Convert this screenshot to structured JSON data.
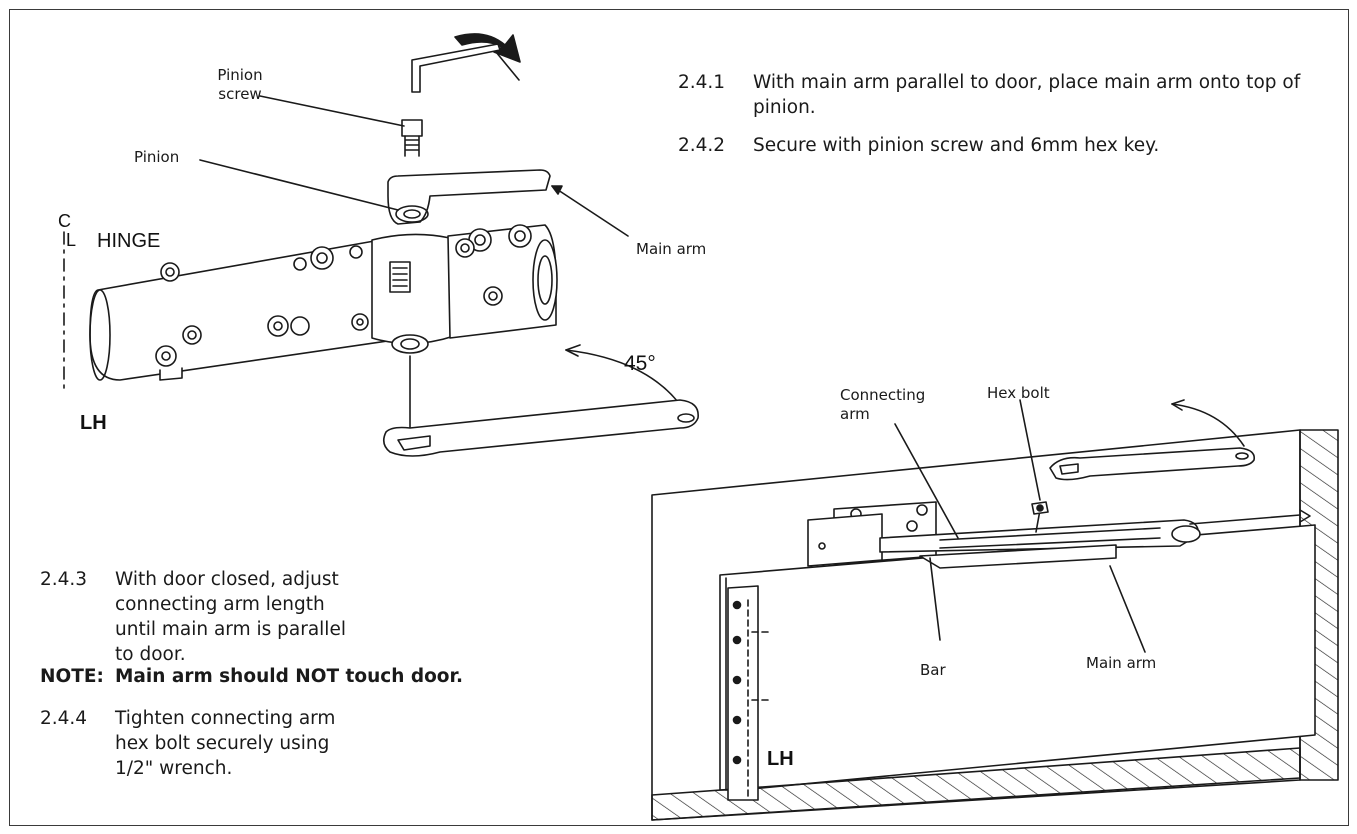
{
  "steps": {
    "s241": {
      "num": "2.4.1",
      "text": "With main arm parallel to door, place main arm onto top of pinion."
    },
    "s242": {
      "num": "2.4.2",
      "text": "Secure with pinion screw and 6mm hex key."
    },
    "s243": {
      "num": "2.4.3",
      "text": "With door closed, adjust connecting arm length until main arm is parallel to door."
    },
    "s244": {
      "num": "2.4.4",
      "text": "Tighten connecting arm hex bolt securely using 1/2\" wrench."
    }
  },
  "note": {
    "label": "NOTE:",
    "text": "Main arm should NOT touch door."
  },
  "top_figure": {
    "pinion_screw_l1": "Pinion",
    "pinion_screw_l2": "screw",
    "pinion": "Pinion",
    "main_arm": "Main arm",
    "cl_c": "C",
    "cl_l": "L",
    "hinge": "HINGE",
    "angle": "45°",
    "hand": "LH"
  },
  "bottom_figure": {
    "connecting_arm_l1": "Connecting",
    "connecting_arm_l2": "arm",
    "hex_bolt": "Hex bolt",
    "bar": "Bar",
    "main_arm": "Main arm",
    "hand": "LH"
  }
}
